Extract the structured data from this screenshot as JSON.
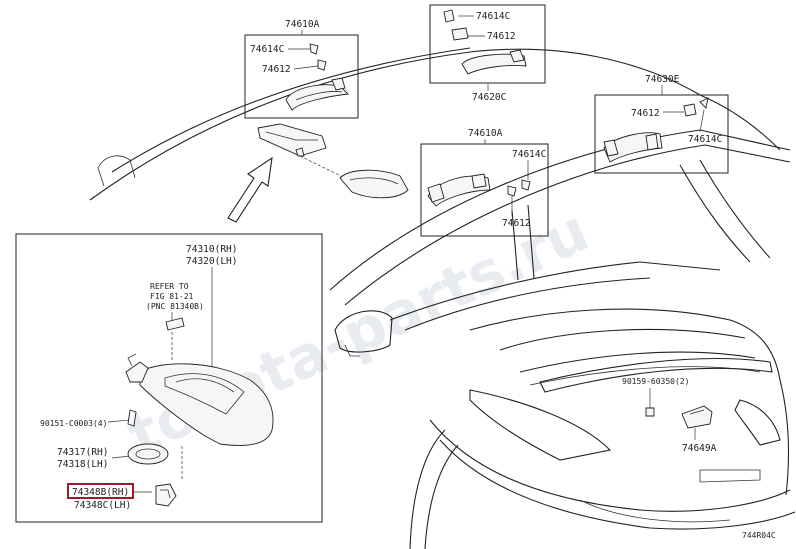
{
  "watermark": "toyota-parts.ru",
  "drawing_code": "744R04C",
  "labels": {
    "l74610A_top": "74610A",
    "l74614C_a": "74614C",
    "l74612_a": "74612",
    "l74614C_b": "74614C",
    "l74612_b": "74612",
    "l74620C": "74620C",
    "l74630E": "74630E",
    "l74612_c": "74612",
    "l74614C_c": "74614C",
    "l74610A_mid": "74610A",
    "l74614C_d": "74614C",
    "l74612_d": "74612",
    "l74310": "74310(RH)",
    "l74320": "74320(LH)",
    "ref1": "REFER TO",
    "ref2": "FIG 81-21",
    "ref3": "(PNC 81340B)",
    "l90151": "90151-C0003(4)",
    "l74317": "74317(RH)",
    "l74318": "74318(LH)",
    "l74348B": "74348B(RH)",
    "l74348C": "74348C(LH)",
    "l90159": "90159-60350(2)",
    "l74649A": "74649A"
  }
}
